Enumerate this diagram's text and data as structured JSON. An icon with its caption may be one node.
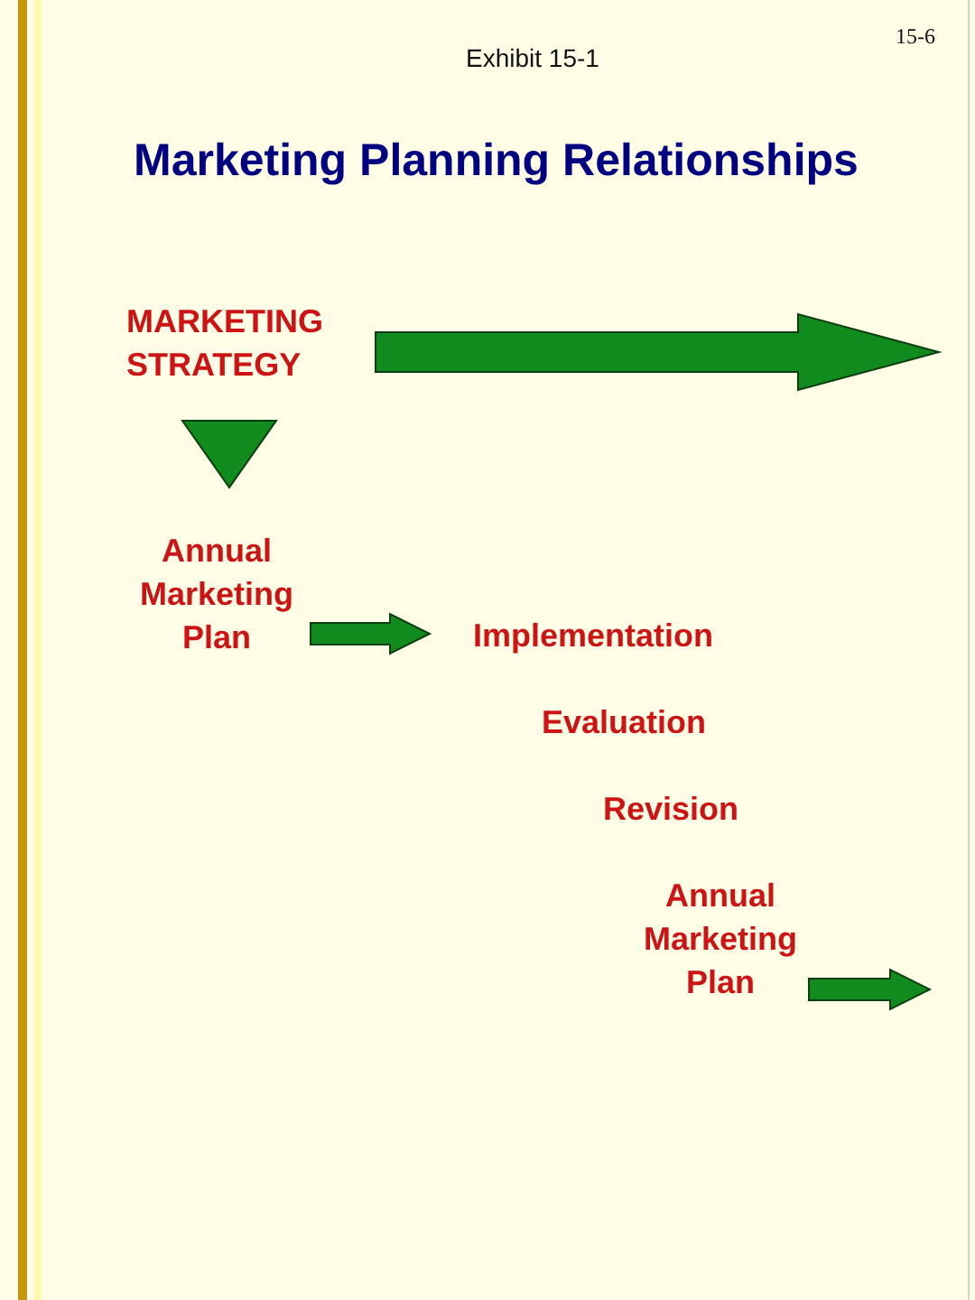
{
  "diagram": {
    "title": "Marketing Planning Relationships",
    "nodes": [
      {
        "text": [
          "MARKETING STRATEGY"
        ]
      },
      {
        "text": [
          "Annual Marketing Plan"
        ]
      },
      {
        "text": [
          "Implementation"
        ]
      },
      {
        "text": [
          "Evaluation"
        ]
      },
      {
        "text": [
          "Revision"
        ]
      },
      {
        "text": [
          "Annual Marketing Plan"
        ]
      }
    ],
    "edges": [
      {
        "from": 0,
        "to": null,
        "arrow": "to",
        "style": "thick"
      },
      {
        "from": 0,
        "to": 1,
        "arrow": "to"
      },
      {
        "from": 1,
        "to": 2,
        "arrow": "to"
      },
      {
        "from": 5,
        "to": null,
        "arrow": "to"
      }
    ],
    "labels": [
      "Exhibit 15-1",
      "15-6"
    ]
  }
}
